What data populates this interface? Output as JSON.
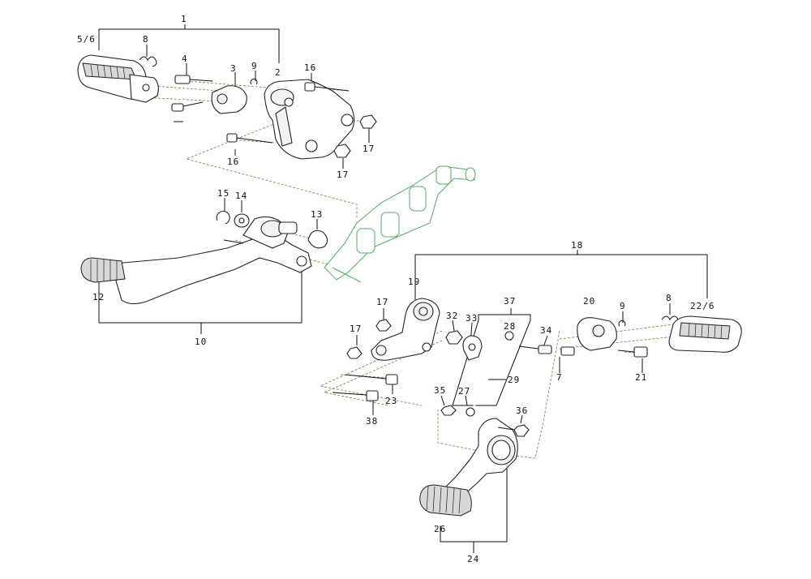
{
  "labels": {
    "l1": "1",
    "l5_6": "5/6",
    "l8a": "8",
    "l4": "4",
    "l3": "3",
    "l9a": "9",
    "l2": "2",
    "l16a": "16",
    "l17a": "17",
    "l16b": "16",
    "l17b": "17",
    "l15": "15",
    "l14": "14",
    "l13": "13",
    "l12": "12",
    "l10": "10",
    "l18": "18",
    "l19": "19",
    "l37": "37",
    "l20": "20",
    "l9b": "9",
    "l8b": "8",
    "l22_6": "22/6",
    "l17c": "17",
    "l17d": "17",
    "l32": "32",
    "l33": "33",
    "l28": "28",
    "l34": "34",
    "l7": "7",
    "l21": "21",
    "l29": "29",
    "l35": "35",
    "l27": "27",
    "l36": "36",
    "l23": "23",
    "l38": "38",
    "l26": "26",
    "l24": "24"
  },
  "colors": {
    "line": "#111111",
    "frame": "#55aa66",
    "guide": "#777744"
  }
}
